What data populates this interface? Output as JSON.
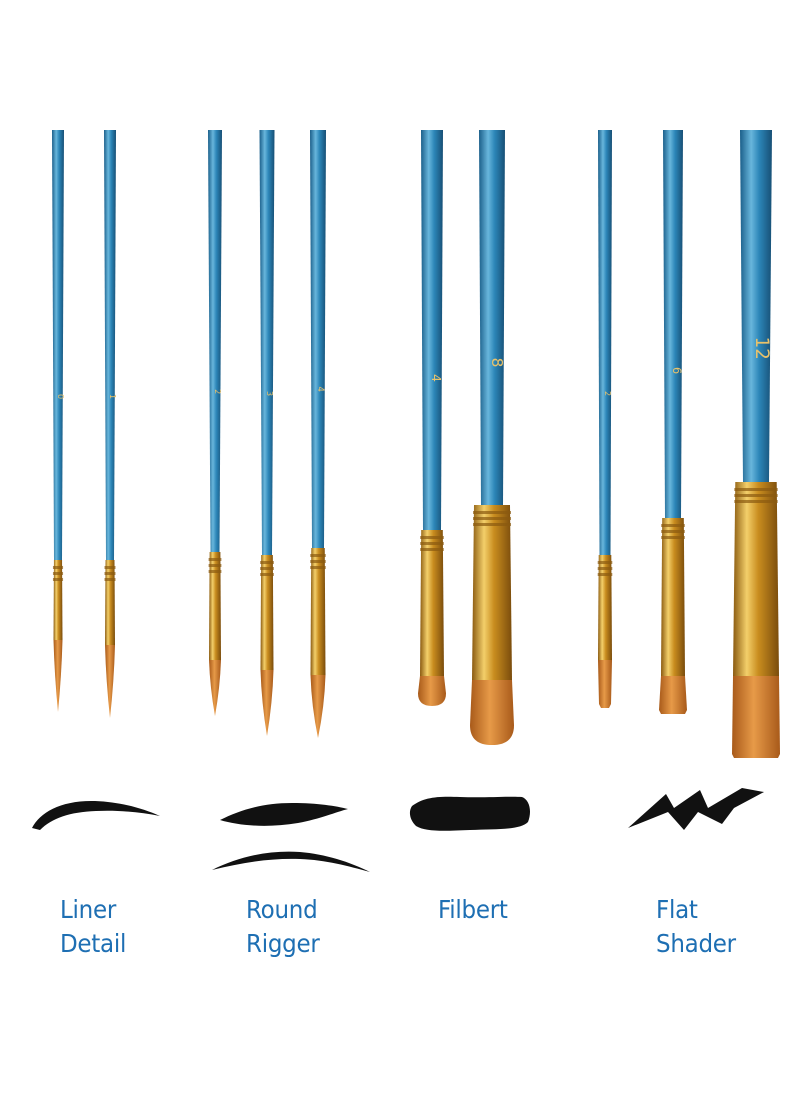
{
  "colors": {
    "handle": "#2c86b8",
    "handle_light": "#68b6dc",
    "handle_dark": "#1b5f8a",
    "ferrule": "#c98d1f",
    "ferrule_light": "#f3cf6a",
    "bristle": "#d87f2c",
    "bristle_dark": "#a85a1a",
    "stroke_ink": "#111111",
    "label_text": "#1e6fb3",
    "background": "#ffffff"
  },
  "brushes": [
    {
      "id": "liner-detail-0",
      "size_mark": "0",
      "shape": "round-fine",
      "group": "liner-detail"
    },
    {
      "id": "liner-detail-1",
      "size_mark": "1",
      "shape": "round-fine",
      "group": "liner-detail"
    },
    {
      "id": "round-rigger-2",
      "size_mark": "2",
      "shape": "round",
      "group": "round-rigger"
    },
    {
      "id": "round-rigger-3",
      "size_mark": "3",
      "shape": "round",
      "group": "round-rigger"
    },
    {
      "id": "round-rigger-4",
      "size_mark": "4",
      "shape": "round",
      "group": "round-rigger"
    },
    {
      "id": "filbert-4",
      "size_mark": "4",
      "shape": "filbert",
      "group": "filbert"
    },
    {
      "id": "filbert-8",
      "size_mark": "8",
      "shape": "filbert",
      "group": "filbert"
    },
    {
      "id": "flat-shader-2",
      "size_mark": "2",
      "shape": "flat",
      "group": "flat-shader"
    },
    {
      "id": "flat-shader-6",
      "size_mark": "6",
      "shape": "flat",
      "group": "flat-shader"
    },
    {
      "id": "flat-shader-12",
      "size_mark": "12",
      "shape": "flat",
      "group": "flat-shader"
    }
  ],
  "groups": [
    {
      "id": "liner-detail",
      "label_line1": "Liner",
      "label_line2": "Detail"
    },
    {
      "id": "round-rigger",
      "label_line1": "Round",
      "label_line2": "Rigger"
    },
    {
      "id": "filbert",
      "label_line1": "Filbert",
      "label_line2": ""
    },
    {
      "id": "flat-shader",
      "label_line1": "Flat",
      "label_line2": "Shader"
    }
  ]
}
